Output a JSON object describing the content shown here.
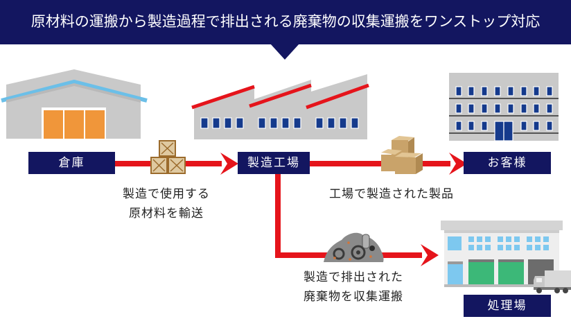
{
  "banner": {
    "title": "原材料の運搬から製造過程で排出される廃棄物の収集運搬をワンストップ対応"
  },
  "nodes": {
    "warehouse": "倉庫",
    "factory": "製造工場",
    "customer": "お客様",
    "disposal": "処理場"
  },
  "captions": {
    "raw_material_line1": "製造で使用する",
    "raw_material_line2": "原材料を輸送",
    "product": "工場で製造された製品",
    "waste_line1": "製造で排出された",
    "waste_line2": "廃棄物を収集運搬"
  },
  "icons": {
    "warehouse": "warehouse-building-icon",
    "factory": "factory-building-icon",
    "customer": "office-building-icon",
    "disposal": "disposal-facility-icon",
    "crates": "wooden-crates-icon",
    "boxes": "cardboard-boxes-icon",
    "waste": "scrap-pile-icon",
    "truck": "truck-icon"
  },
  "colors": {
    "navy": "#131660",
    "flow_red": "#e5141b",
    "roof_blue": "#6bbfe8",
    "door_orange": "#f0963a",
    "shutter_green": "#3cb878"
  }
}
